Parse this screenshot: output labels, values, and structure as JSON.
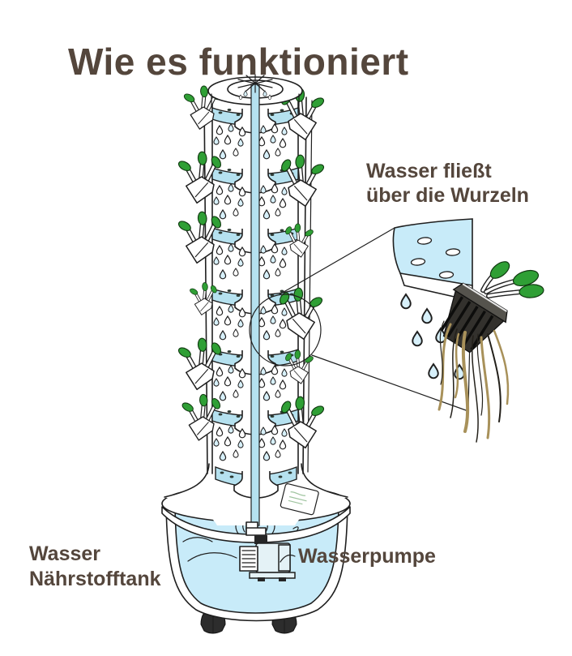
{
  "title": "Wie es funktioniert",
  "labels": {
    "water_flows": [
      "Wasser fließt",
      "über die Wurzeln"
    ],
    "tank": [
      "Wasser",
      "Nährstofftank"
    ],
    "pump": "Wasserpumpe"
  },
  "colors": {
    "text": "#54463c",
    "outline": "#1f1f1f",
    "water": "#c8ebf9",
    "tray": "#b5e1ef",
    "drop": "#d7f0fa",
    "leaf": "#2f9f35",
    "root": "#a8915a"
  }
}
